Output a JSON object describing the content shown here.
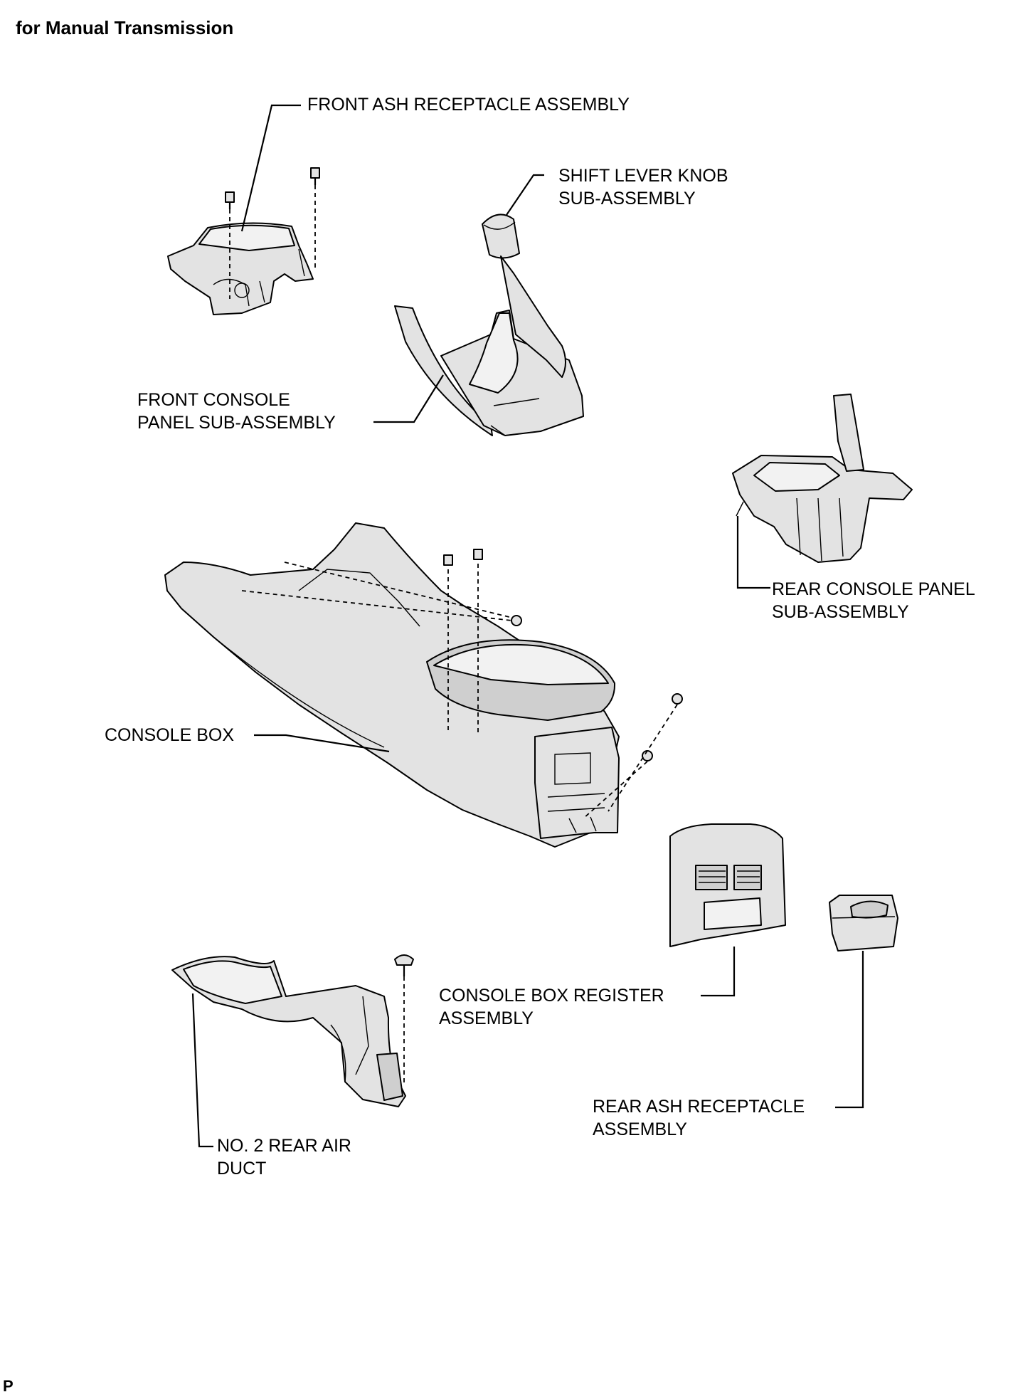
{
  "header": "for Manual Transmission",
  "footer": "P",
  "labels": {
    "front_ash": "FRONT ASH RECEPTACLE ASSEMBLY",
    "shift_knob": "SHIFT LEVER KNOB\nSUB-ASSEMBLY",
    "front_console": "FRONT CONSOLE\nPANEL SUB-ASSEMBLY",
    "rear_console": "REAR CONSOLE PANEL\nSUB-ASSEMBLY",
    "console_box": "CONSOLE BOX",
    "register": "CONSOLE BOX REGISTER\nASSEMBLY",
    "rear_ash": "REAR ASH RECEPTACLE\nASSEMBLY",
    "air_duct": "NO. 2 REAR AIR\nDUCT"
  }
}
